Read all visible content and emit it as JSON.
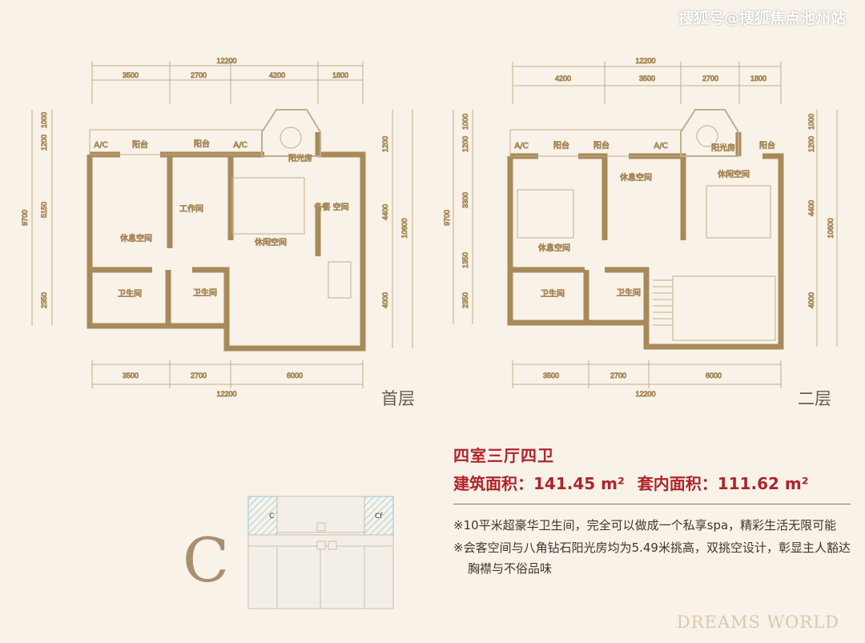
{
  "watermark": "搜狐号@搜狐焦点池州站",
  "colors": {
    "background": "#f8f2e8",
    "wall": "#a88a5a",
    "accent_red": "#b0242c",
    "location_highlight": "#9fd3de"
  },
  "floor1": {
    "title": "首层",
    "dims_top_total": "12200",
    "dims_top": [
      "3500",
      "2700",
      "4200",
      "1800"
    ],
    "dims_bottom": [
      "3500",
      "2700",
      "6000"
    ],
    "dims_bottom_total": "12200",
    "dims_left": [
      "1000",
      "1200",
      "5150",
      "2350"
    ],
    "dims_left_total": "9700",
    "dims_right": [
      "1200",
      "4400",
      "4000"
    ],
    "dims_right_total": "10600",
    "rooms": [
      "A/C",
      "阳台",
      "阳台",
      "A/C",
      "阳光房",
      "工作间",
      "休息空间",
      "休闲空间",
      "备餐\n空间",
      "卫生间",
      "卫生间"
    ]
  },
  "floor2": {
    "title": "二层",
    "dims_top_total": "12200",
    "dims_top": [
      "4200",
      "3500",
      "2700",
      "1800"
    ],
    "dims_bottom": [
      "3500",
      "2700",
      "6000"
    ],
    "dims_bottom_total": "12200",
    "dims_left": [
      "1000",
      "1200",
      "3300",
      "1350",
      "2350"
    ],
    "dims_left_total": "9700",
    "dims_right": [
      "1000",
      "1200",
      "4400",
      "4000"
    ],
    "dims_right_total": "10600",
    "rooms": [
      "A/C",
      "阳台",
      "阳台",
      "A/C",
      "阳光房",
      "阳台",
      "休息空间",
      "休闲空间",
      "休息空间",
      "卫生间",
      "卫生间"
    ]
  },
  "unit": {
    "letter": "C",
    "key_labels": [
      "C",
      "Cf"
    ],
    "layout": "四室三厅四卫",
    "building_area": "建筑面积：141.45 m²",
    "inner_area": "套内面积：111.62 m²"
  },
  "notes": [
    "※10平米超豪华卫生间，完全可以做成一个私享spa，精彩生活无限可能",
    "※会客空间与八角钻石阳光房均为5.49米挑高，双挑空设计，彰显主人豁达胸襟与不俗品味"
  ],
  "brand": "DREAMS WORLD"
}
